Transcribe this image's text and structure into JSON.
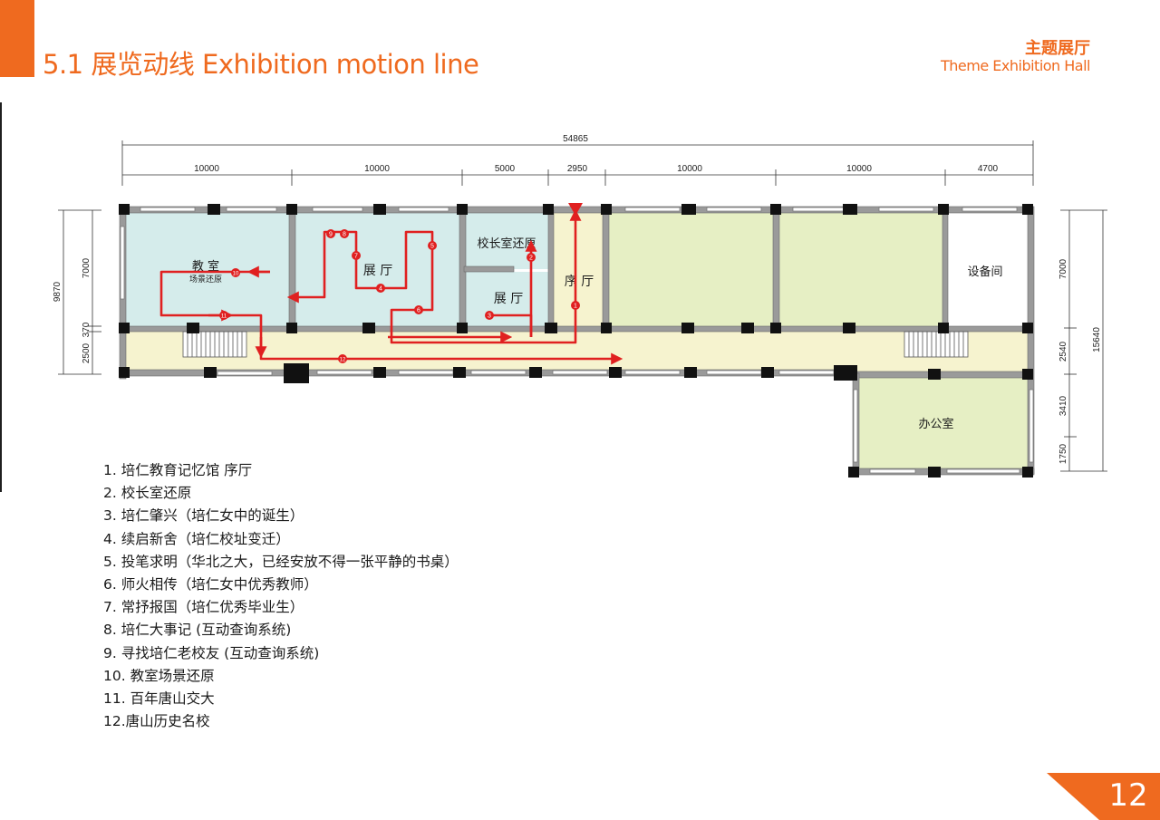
{
  "header": {
    "title": "5.1 展览动线 Exhibition motion line",
    "section_cn": "主题展厅",
    "section_en": "Theme Exhibition Hall"
  },
  "dimensions": {
    "total": "54865",
    "top": [
      "10000",
      "10000",
      "5000",
      "2950",
      "10000",
      "10000",
      "4700"
    ],
    "left_total": "9870",
    "left": [
      "7000",
      "370",
      "2500"
    ],
    "right_total": "15640",
    "right": [
      "7000",
      "2540",
      "3410",
      "1750"
    ]
  },
  "rooms": {
    "classroom": "教 室",
    "classroom_sub": "场景还原",
    "hall_a": "展 厅",
    "principal": "校长室还原",
    "hall_b": "展 厅",
    "foyer": "序 厅",
    "equipment": "设备间",
    "office": "办公室"
  },
  "route_markers": [
    "1",
    "2",
    "3",
    "4",
    "5",
    "6",
    "7",
    "8",
    "9",
    "10",
    "11",
    "12"
  ],
  "legend": [
    "1. 培仁教育记忆馆 序厅",
    "2. 校长室还原",
    "3. 培仁肇兴（培仁女中的诞生）",
    "4. 续启新舍（培仁校址变迁）",
    "5. 投笔求明（华北之大，已经安放不得一张平静的书桌）",
    "6. 师火相传（培仁女中优秀教师）",
    "7. 常抒报国（培仁优秀毕业生）",
    "8. 培仁大事记 (互动查询系统)",
    "9. 寻找培仁老校友 (互动查询系统)",
    "10. 教室场景还原",
    "11. 百年唐山交大",
    "12.唐山历史名校"
  ],
  "page_number": "12",
  "colors": {
    "accent": "#ef6a1f",
    "route": "#e02020",
    "classroom_fill": "#d5eceb",
    "hall_fill": "#e6efc4",
    "corridor_fill": "#f6f3cf",
    "wall": "#8f8f8f",
    "column": "#111111"
  }
}
